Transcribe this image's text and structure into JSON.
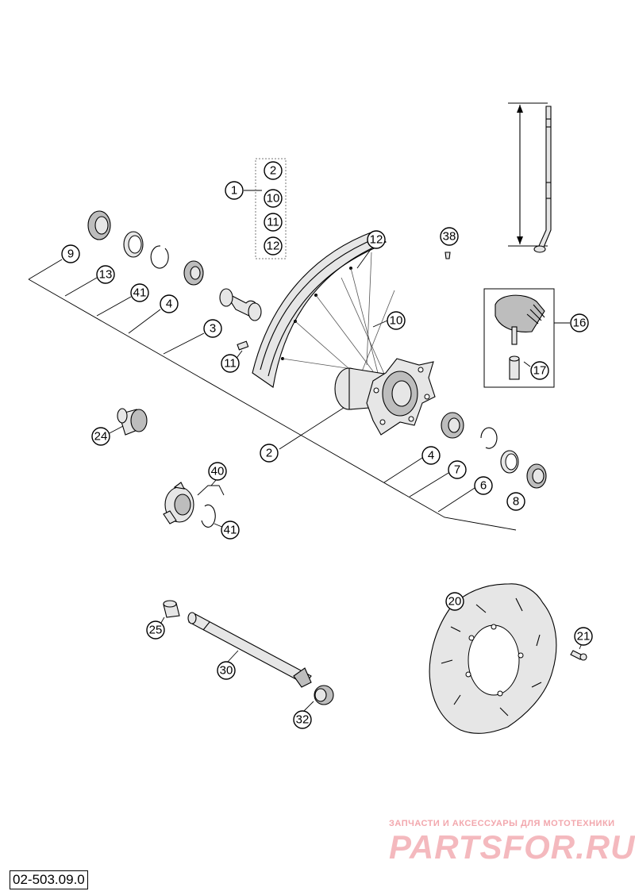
{
  "diagram": {
    "drawing_number": "02-503.09.0",
    "watermark": {
      "tagline": "ЗАПЧАСТИ И АКСЕССУАРЫ ДЛЯ МОТОТЕХНИКИ",
      "logo": "PARTSFOR.RU"
    },
    "callouts": {
      "c1": "1",
      "c2_group": "2",
      "c10_group": "10",
      "c11_group": "11",
      "c12_group": "12",
      "c38": "38",
      "c12_rim": "12",
      "c9": "9",
      "c13": "13",
      "c41_top": "41",
      "c4_top": "4",
      "c3": "3",
      "c10_spoke": "10",
      "c16": "16",
      "c17": "17",
      "c11_nipple": "11",
      "c24": "24",
      "c2_hub": "2",
      "c4_right": "4",
      "c7": "7",
      "c6": "6",
      "c8": "8",
      "c40": "40",
      "c41_bottom": "41",
      "c20": "20",
      "c21": "21",
      "c25": "25",
      "c30": "30",
      "c32": "32"
    }
  }
}
